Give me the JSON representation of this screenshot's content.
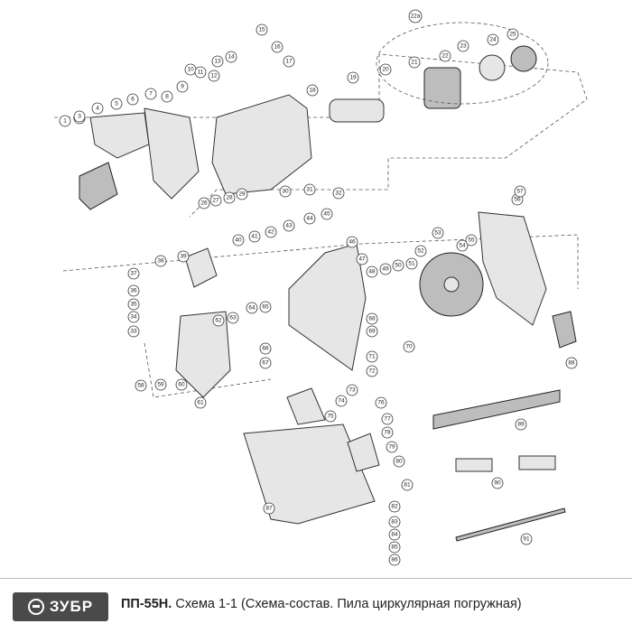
{
  "footer": {
    "brand": "ЗУБР",
    "model": "ПП-55Н.",
    "caption": "Схема 1-1 (Схема-состав. Пила циркулярная погружная)"
  },
  "labels": [
    "1",
    "2",
    "3",
    "4",
    "5",
    "6",
    "7",
    "8",
    "9",
    "10",
    "11",
    "12",
    "13",
    "14",
    "15",
    "16",
    "17",
    "18",
    "19",
    "20",
    "21",
    "22",
    "22a",
    "23",
    "24",
    "25",
    "26",
    "27",
    "28",
    "29",
    "30",
    "31",
    "32",
    "33",
    "34",
    "35",
    "36",
    "37",
    "38",
    "39",
    "40",
    "41",
    "42",
    "43",
    "44",
    "45",
    "46",
    "47",
    "48",
    "49",
    "50",
    "51",
    "52",
    "53",
    "54",
    "55",
    "56",
    "57",
    "58",
    "59",
    "60",
    "61",
    "62",
    "63",
    "64",
    "65",
    "66",
    "67",
    "68",
    "69",
    "70",
    "71",
    "72",
    "73",
    "74",
    "75",
    "76",
    "77",
    "78",
    "79",
    "80",
    "81",
    "82",
    "83",
    "84",
    "85",
    "86",
    "87",
    "88",
    "89",
    "90",
    "91"
  ]
}
